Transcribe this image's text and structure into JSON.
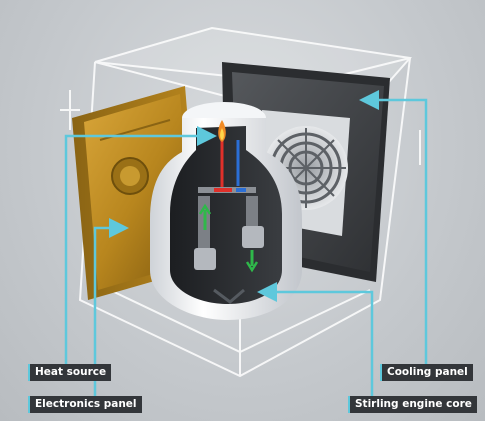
{
  "labels": {
    "heat_source": "Heat source",
    "electronics_panel": "Electronics panel",
    "cooling_panel": "Cooling panel",
    "stirling_core": "Stirling engine core"
  },
  "colors": {
    "leader": "#5ec8dc",
    "label_bg": "#33363a",
    "electronics": "#b8861e",
    "cooling": "#3f4246",
    "core_body": "#eef0f3",
    "hot_pipe": "#e0302a",
    "cold_pipe": "#2b6fd6",
    "flow_arrow": "#2fb84a"
  }
}
